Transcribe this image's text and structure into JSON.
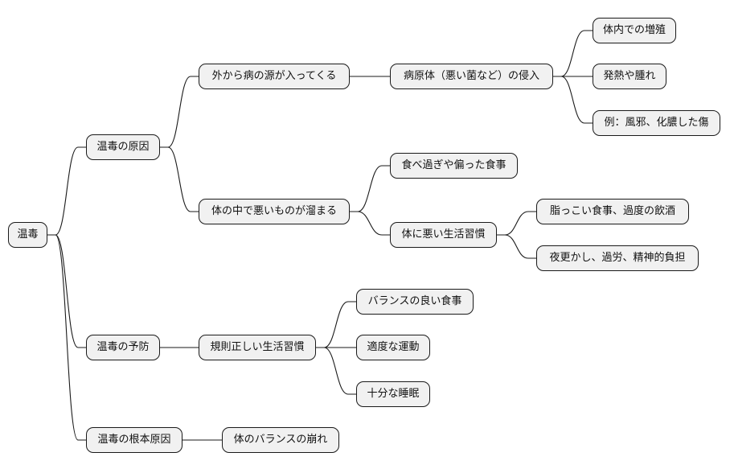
{
  "nodes": {
    "root": "温毒",
    "cause": "温毒の原因",
    "external": "外から病の源が入ってくる",
    "pathogen": "病原体（悪い菌など）の侵入",
    "proliferation": "体内での増殖",
    "fever": "発熱や腫れ",
    "example": "例：風邪、化膿した傷",
    "internal": "体の中で悪いものが溜まる",
    "overeating": "食べ過ぎや偏った食事",
    "bad_habits": "体に悪い生活習慣",
    "greasy_food": "脂っこい食事、過度の飲酒",
    "late_nights": "夜更かし、過労、精神的負担",
    "prevention": "温毒の予防",
    "regular_life": "規則正しい生活習慣",
    "balanced_meal": "バランスの良い食事",
    "exercise": "適度な運動",
    "sleep": "十分な睡眠",
    "root_cause": "温毒の根本原因",
    "imbalance": "体のバランスの崩れ"
  },
  "colors": {
    "node_fill": "#f1f1f1",
    "node_border": "#1a1a1a",
    "line": "#1a1a1a",
    "text": "#111111"
  }
}
